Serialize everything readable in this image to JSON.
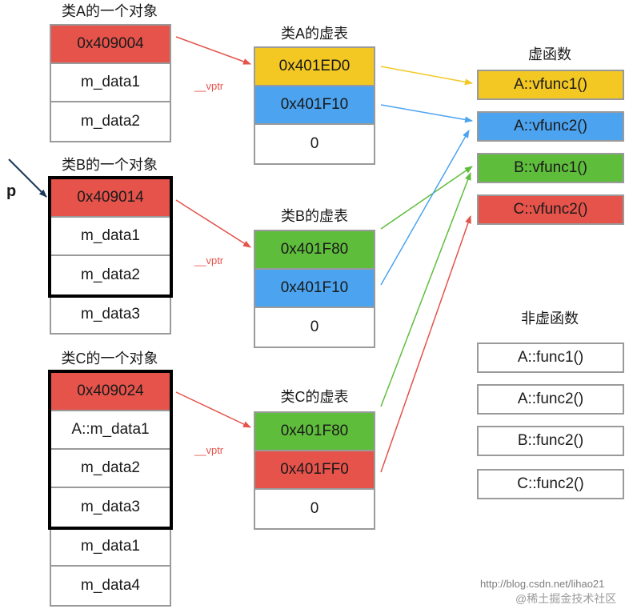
{
  "objects": {
    "a": {
      "title": "类A的一个对象",
      "cells": [
        "0x409004",
        "m_data1",
        "m_data2"
      ]
    },
    "b": {
      "title": "类B的一个对象",
      "cells": [
        "0x409014",
        "m_data1",
        "m_data2",
        "m_data3"
      ]
    },
    "c": {
      "title": "类C的一个对象",
      "cells": [
        "0x409024",
        "A::m_data1",
        "m_data2",
        "m_data3",
        "m_data1",
        "m_data4"
      ]
    }
  },
  "vtables": {
    "a": {
      "title": "类A的虚表",
      "cells": [
        "0x401ED0",
        "0x401F10",
        "0"
      ]
    },
    "b": {
      "title": "类B的虚表",
      "cells": [
        "0x401F80",
        "0x401F10",
        "0"
      ]
    },
    "c": {
      "title": "类C的虚表",
      "cells": [
        "0x401F80",
        "0x401FF0",
        "0"
      ]
    }
  },
  "vptr_label": "__vptr",
  "pointer_label": "p",
  "virtual_functions": {
    "title": "虚函数",
    "items": [
      "A::vfunc1()",
      "A::vfunc2()",
      "B::vfunc1()",
      "C::vfunc2()"
    ]
  },
  "non_virtual_functions": {
    "title": "非虚函数",
    "items": [
      "A::func1()",
      "A::func2()",
      "B::func2()",
      "C::func2()"
    ]
  },
  "watermark": {
    "url": "http://blog.csdn.net/lihao21",
    "credit": "@稀土掘金技术社区"
  },
  "colors": {
    "red": "#e5534b",
    "yellow": "#f4c823",
    "blue": "#4ca3f0",
    "green": "#5fbd3c",
    "pointer": "#1c3a5c"
  }
}
